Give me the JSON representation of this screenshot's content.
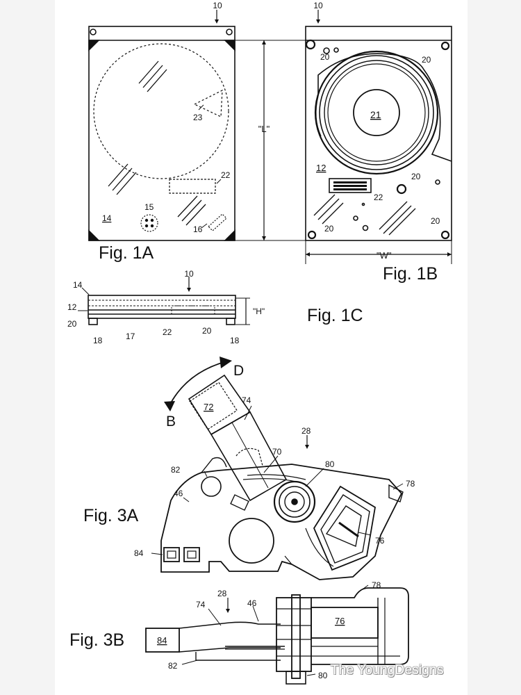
{
  "figures": {
    "fig1a": {
      "title": "Fig. 1A",
      "ref_top": "10",
      "ref_22": "22",
      "ref_23": "23",
      "ref_14": "14",
      "ref_15": "15",
      "ref_16": "16",
      "dim_length": "\"L\""
    },
    "fig1b": {
      "title": "Fig. 1B",
      "ref_top": "10",
      "ref_21": "21",
      "ref_12": "12",
      "ref_22": "22",
      "ref_20": "20",
      "dim_width": "\"W\""
    },
    "fig1c": {
      "title": "Fig. 1C",
      "ref_10": "10",
      "ref_14": "14",
      "ref_12": "12",
      "ref_20": "20",
      "ref_18": "18",
      "ref_17": "17",
      "ref_22": "22",
      "dim_height": "\"H\""
    },
    "fig3a": {
      "title": "Fig. 3A",
      "dir_d": "D",
      "dir_b": "B",
      "ref_72": "72",
      "ref_74": "74",
      "ref_28": "28",
      "ref_70": "70",
      "ref_80": "80",
      "ref_82": "82",
      "ref_78": "78",
      "ref_46": "46",
      "ref_76": "76",
      "ref_84": "84"
    },
    "fig3b": {
      "title": "Fig. 3B",
      "ref_28": "28",
      "ref_46": "46",
      "ref_74": "74",
      "ref_78": "78",
      "ref_76": "76",
      "ref_84": "84",
      "ref_82": "82",
      "ref_80": "80"
    }
  },
  "watermark": "The YoungDesigns",
  "colors": {
    "ink": "#111111",
    "paper": "#ffffff",
    "backdrop": "#f4f4f4"
  }
}
